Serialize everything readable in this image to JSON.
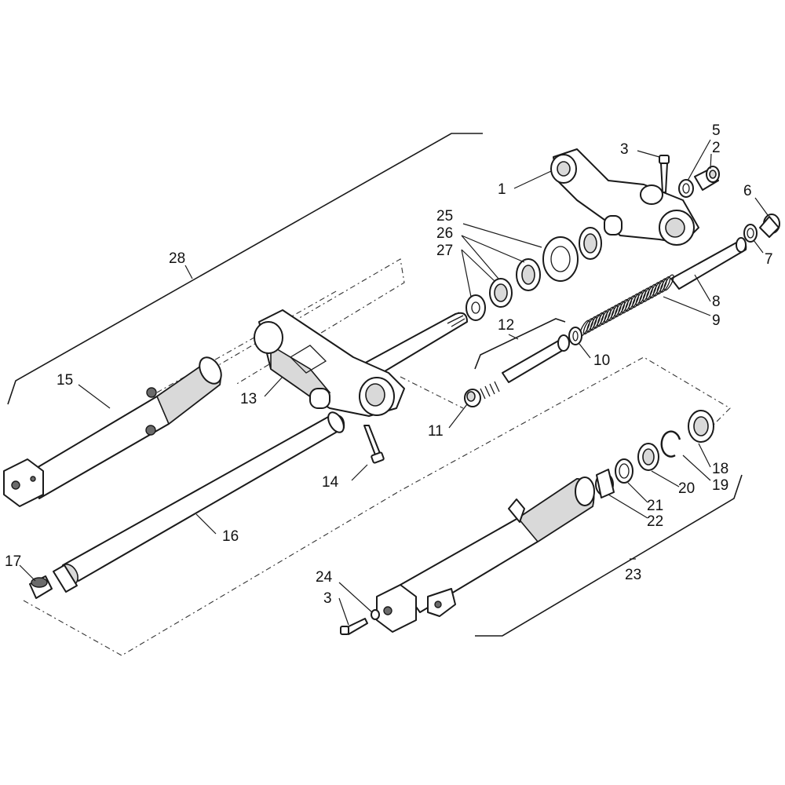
{
  "callouts": [
    {
      "id": "c1",
      "text": "1"
    },
    {
      "id": "c2",
      "text": "2"
    },
    {
      "id": "c3a",
      "text": "3"
    },
    {
      "id": "c3b",
      "text": "3"
    },
    {
      "id": "c5",
      "text": "5"
    },
    {
      "id": "c6",
      "text": "6"
    },
    {
      "id": "c7",
      "text": "7"
    },
    {
      "id": "c8",
      "text": "8"
    },
    {
      "id": "c9",
      "text": "9"
    },
    {
      "id": "c10",
      "text": "10"
    },
    {
      "id": "c11",
      "text": "11"
    },
    {
      "id": "c12",
      "text": "12"
    },
    {
      "id": "c13",
      "text": "13"
    },
    {
      "id": "c14",
      "text": "14"
    },
    {
      "id": "c15",
      "text": "15"
    },
    {
      "id": "c16",
      "text": "16"
    },
    {
      "id": "c17",
      "text": "17"
    },
    {
      "id": "c18",
      "text": "18"
    },
    {
      "id": "c19",
      "text": "19"
    },
    {
      "id": "c20",
      "text": "20"
    },
    {
      "id": "c21",
      "text": "21"
    },
    {
      "id": "c22",
      "text": "22"
    },
    {
      "id": "c23",
      "text": "23"
    },
    {
      "id": "c24",
      "text": "24"
    },
    {
      "id": "c25",
      "text": "25"
    },
    {
      "id": "c26",
      "text": "26"
    },
    {
      "id": "c27",
      "text": "27"
    },
    {
      "id": "c28",
      "text": "28"
    }
  ]
}
